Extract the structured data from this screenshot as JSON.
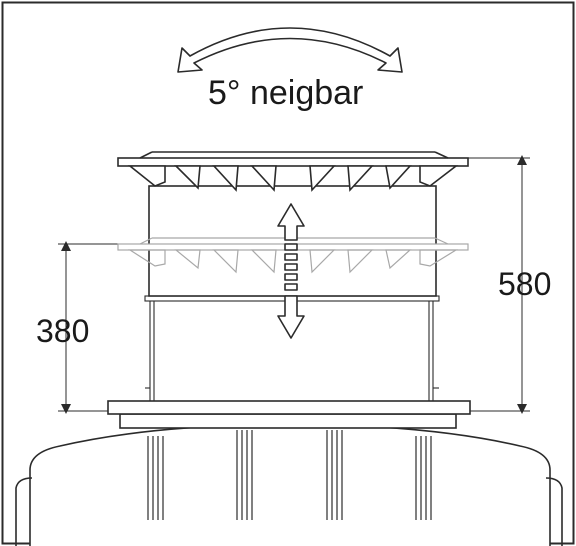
{
  "tilt_label": "5° neigbar",
  "dimension_high": "580",
  "dimension_low": "380",
  "colors": {
    "line": "#2b2b2b",
    "faded": "#a8a8a8",
    "fill_light": "#f4f4f4",
    "background": "#ffffff"
  }
}
